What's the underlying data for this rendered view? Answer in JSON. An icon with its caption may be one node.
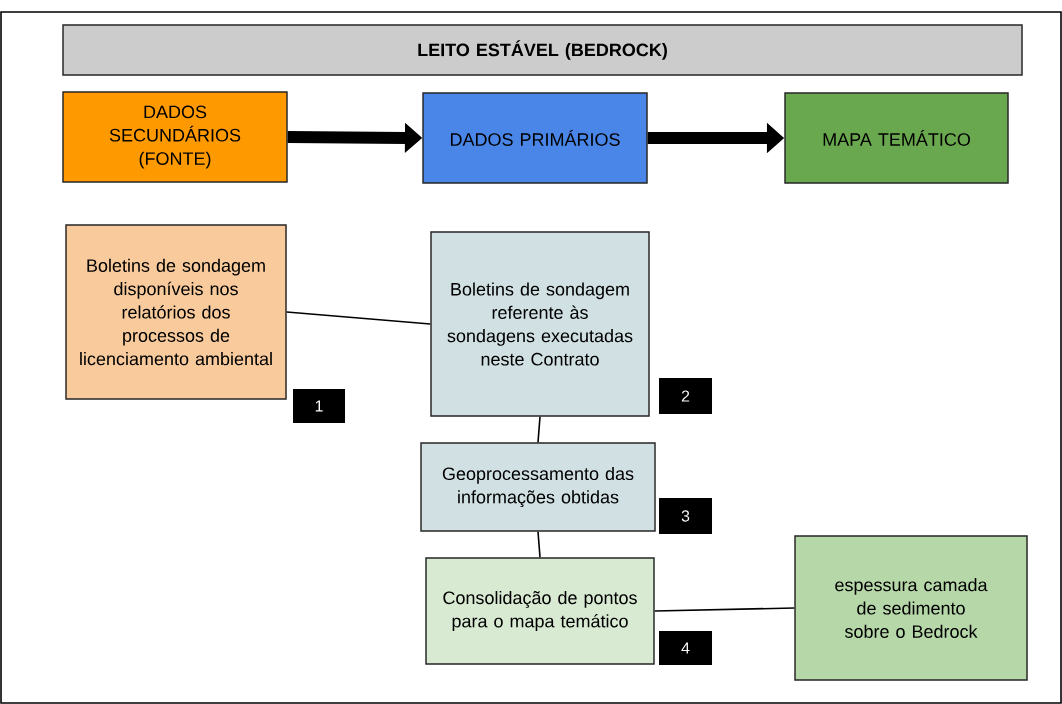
{
  "diagram": {
    "nodes": [
      {
        "text": [
          "LEITO ESTÁVEL (BEDROCK)"
        ]
      },
      {
        "text": [
          "DADOS SECUNDÁRIOS (FONTE)"
        ]
      },
      {
        "text": [
          "DADOS PRIMÁRIOS"
        ]
      },
      {
        "text": [
          "MAPA TEMÁTICO"
        ]
      },
      {
        "text": [
          "Boletins de sondagem disponíveis nos relatórios dos processos de licenciamento ambiental"
        ]
      },
      {
        "text": [
          "Boletins de sondagem referente às sondagens executadas neste Contrato"
        ]
      },
      {
        "text": [
          "Geoprocessamento das informações obtidas"
        ]
      },
      {
        "text": [
          "Consolidação de pontos para o mapa temático"
        ]
      },
      {
        "text": [
          "espessura camada de sedimento sobre o Bedrock"
        ]
      }
    ],
    "edges": [
      {
        "from": 1,
        "to": 2,
        "arrow": "to",
        "style": "thick"
      },
      {
        "from": 2,
        "to": 3,
        "arrow": "to",
        "style": "thick"
      },
      {
        "from": 4,
        "to": 5,
        "arrow": "none"
      },
      {
        "from": 5,
        "to": 6,
        "arrow": "none"
      },
      {
        "from": 6,
        "to": 7,
        "arrow": "none"
      },
      {
        "from": 7,
        "to": 8,
        "arrow": "none"
      }
    ],
    "labels": [
      "1",
      "2",
      "3",
      "4"
    ]
  }
}
